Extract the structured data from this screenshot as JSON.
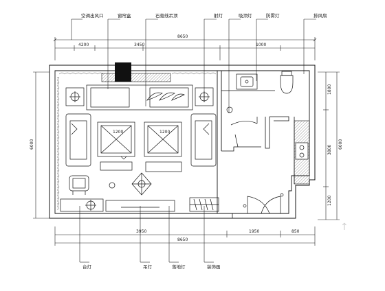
{
  "drawing": {
    "top_callouts": [
      "空调出风口",
      "窗帘盒",
      "石膏线吊顶",
      "射灯",
      "吸顶灯",
      "防雾灯",
      "排风扇"
    ],
    "bottom_callouts": [
      "台灯",
      "吊灯",
      "落地灯",
      "装饰画"
    ],
    "dims_top_overall": "8650",
    "dims_top_segments": [
      "4200",
      "3450"
    ],
    "dims_top_right": "1000",
    "dims_bottom_overall": "8650",
    "dims_bottom_segments": [
      "3950",
      "1950",
      "850"
    ],
    "dims_left": "6000",
    "dims_right_upper": "1800",
    "dims_right_overall": "6000",
    "dims_right_middle": "3800",
    "dims_right_lower": "1200",
    "room_sofa_label_a": "1200",
    "room_sofa_label_b": "1200",
    "watermark": "↑"
  }
}
